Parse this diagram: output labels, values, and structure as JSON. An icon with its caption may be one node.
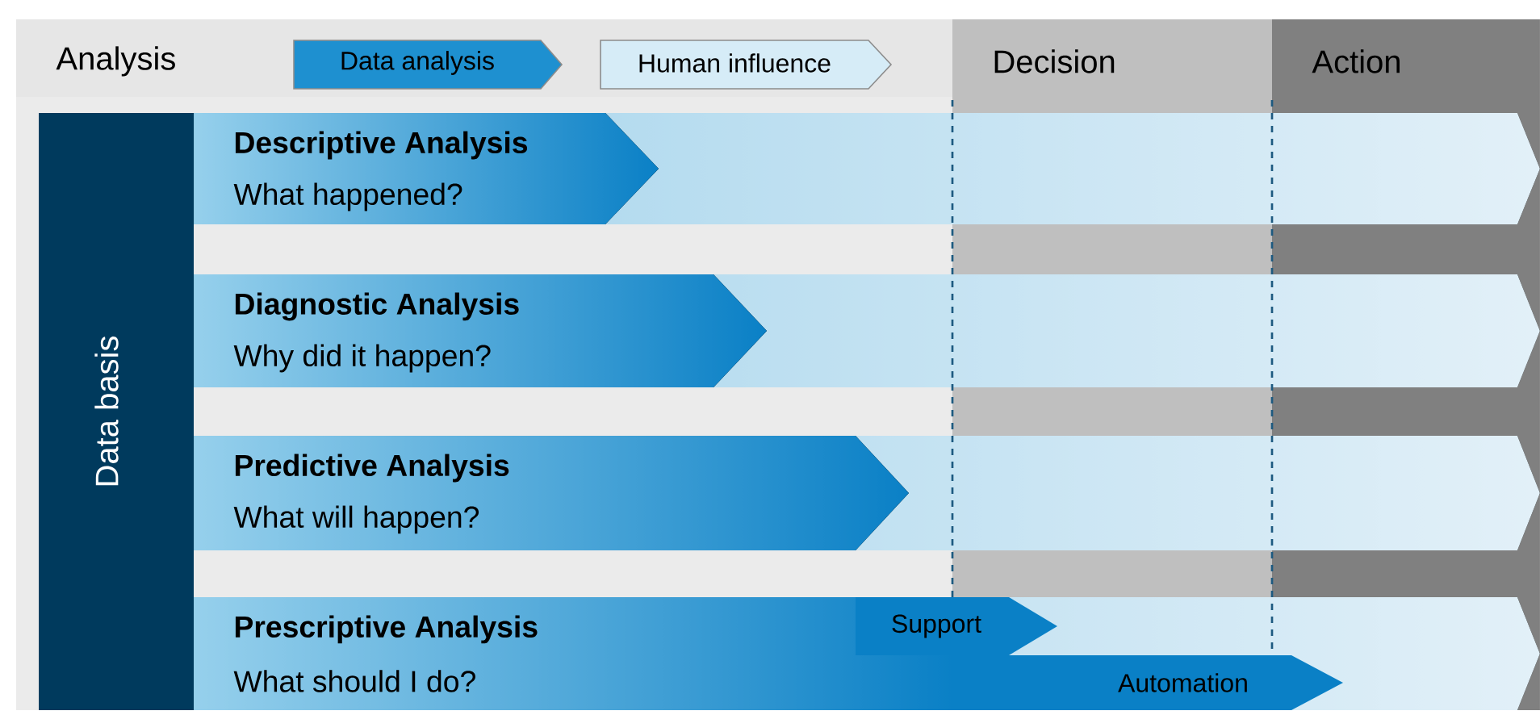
{
  "diagram": {
    "nodes": [
      {
        "text": [
          "Analysis"
        ]
      },
      {
        "text": [
          "Decision"
        ]
      },
      {
        "text": [
          "Action"
        ]
      },
      {
        "text": [
          "Data basis"
        ]
      },
      {
        "text": [
          "Descriptive Analysis",
          "What happened?"
        ]
      },
      {
        "text": [
          "Diagnostic Analysis",
          "Why did it happen?"
        ]
      },
      {
        "text": [
          "Predictive Analysis",
          "What will happen?"
        ]
      },
      {
        "text": [
          "Prescriptive Analysis",
          "What should I do?"
        ]
      },
      {
        "text": [
          "Support"
        ]
      },
      {
        "text": [
          "Automation"
        ]
      }
    ],
    "legend": [
      {
        "text": "Data analysis",
        "color": "#1e90d0"
      },
      {
        "text": "Human influence",
        "color": "#d6ecf7"
      }
    ]
  }
}
